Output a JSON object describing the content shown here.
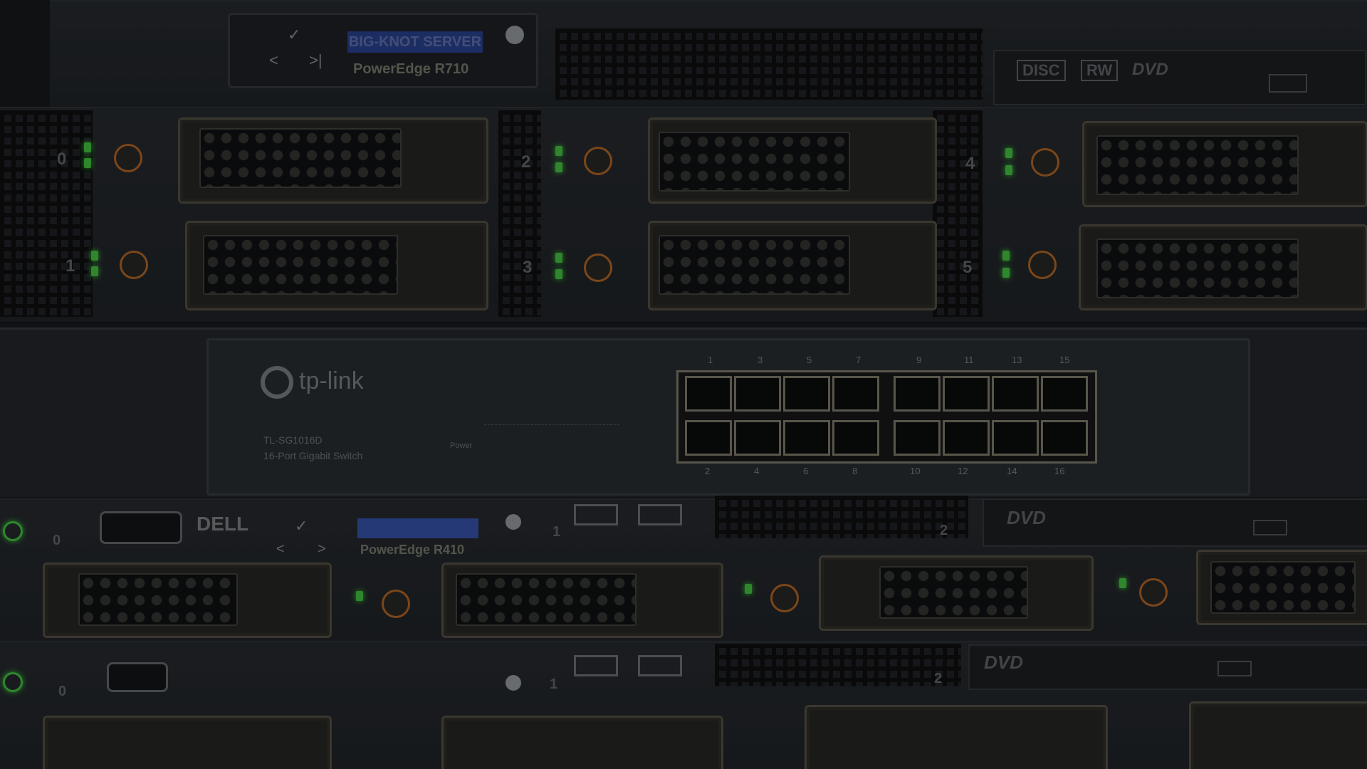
{
  "scene": {
    "top_server": {
      "lcd_text": "BIG-KNOT SERVER",
      "model": "PowerEdge R710",
      "optical": [
        "DISC",
        "RW",
        "DVD"
      ],
      "bay_numbers": [
        "0",
        "1",
        "2",
        "3",
        "4",
        "5"
      ]
    },
    "switch": {
      "brand": "tp-link",
      "model_line1": "TL-SG1016D",
      "model_line2": "16-Port Gigabit Switch",
      "top_port_numbers": [
        "1",
        "3",
        "5",
        "7",
        "9",
        "11",
        "13",
        "15"
      ],
      "bottom_port_numbers": [
        "2",
        "4",
        "6",
        "8",
        "10",
        "12",
        "14",
        "16"
      ],
      "power_label": "Power"
    },
    "middle_server": {
      "brand": "DELL",
      "model": "PowerEdge R410",
      "optical": "DVD",
      "bay_numbers": [
        "0",
        "1",
        "2"
      ]
    },
    "bottom_server": {
      "optical": "DVD",
      "bay_numbers": [
        "0",
        "1",
        "2"
      ]
    },
    "colors": {
      "led_green": "#4cd84a",
      "lcd_blue": "#2d4aa1",
      "accent_orange": "#c7722a",
      "overlay": "#000000"
    }
  }
}
